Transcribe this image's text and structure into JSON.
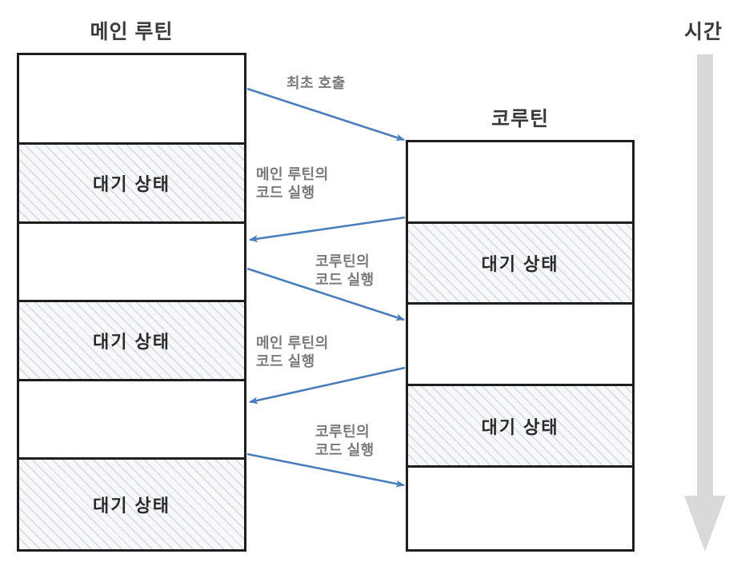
{
  "diagram": {
    "title_main_routine": "메인 루틴",
    "title_coroutine": "코루틴",
    "time_axis_label": "시간",
    "accent_arrow_color": "#4a7ebb",
    "box_border_color": "#1e1e1e",
    "wait_fill_color": "#f7f8fa",
    "time_arrow_color": "#d9d9d9",
    "label_color": "#7a7a7a"
  },
  "main_routine": {
    "name": "메인 루틴",
    "cells": [
      {
        "label": "",
        "state": "running"
      },
      {
        "label": "대기 상태",
        "state": "waiting"
      },
      {
        "label": "",
        "state": "running"
      },
      {
        "label": "대기 상태",
        "state": "waiting"
      },
      {
        "label": "",
        "state": "running"
      },
      {
        "label": "대기 상태",
        "state": "waiting"
      }
    ]
  },
  "coroutine": {
    "name": "코루틴",
    "cells": [
      {
        "label": "",
        "state": "running"
      },
      {
        "label": "대기 상태",
        "state": "waiting"
      },
      {
        "label": "",
        "state": "running"
      },
      {
        "label": "대기 상태",
        "state": "waiting"
      },
      {
        "label": "",
        "state": "running"
      }
    ]
  },
  "transitions": [
    {
      "label": "최초 호출",
      "direction": "main-to-coroutine"
    },
    {
      "label": "메인 루틴의\n코드 실행",
      "direction": "coroutine-to-main"
    },
    {
      "label": "코루틴의\n코드 실행",
      "direction": "main-to-coroutine"
    },
    {
      "label": "메인 루틴의\n코드 실행",
      "direction": "coroutine-to-main"
    },
    {
      "label": "코루틴의\n코드 실행",
      "direction": "main-to-coroutine"
    }
  ]
}
